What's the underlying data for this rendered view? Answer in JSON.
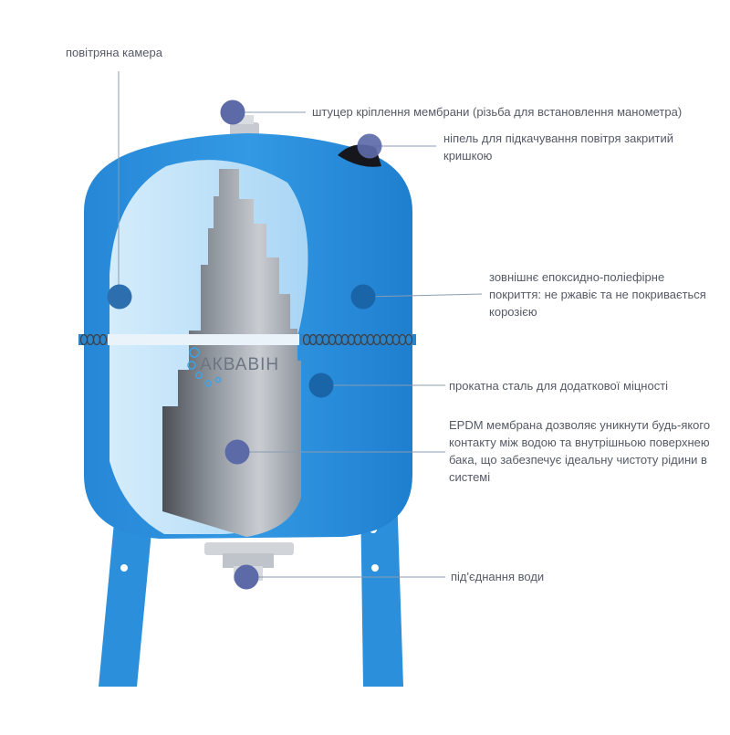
{
  "colors": {
    "tank_blue": "#2b8fdb",
    "tank_blue_dark": "#1f78c4",
    "marker": "#5c6aa8",
    "marker_dark": "#2d6fae",
    "leader": "#8a9bb0",
    "text": "#555a66"
  },
  "brand": {
    "logo_text": "АКВАВІН"
  },
  "labels": {
    "air_chamber": "повітряна камера",
    "membrane_fitting": "штуцер кріплення мембрани (різьба для встановлення манометра)",
    "air_nipple_lines": [
      "ніпель для підкачування повітря закритий",
      "кришкою"
    ],
    "coating_lines": [
      "зовнішнє епоксидно-поліефірне",
      "покриття: не ржавіє та не покривається",
      "корозією"
    ],
    "rolled_steel": "прокатна сталь для додаткової міцності",
    "epdm_lines": [
      "EPDM мембрана дозволяє уникнути будь-якого",
      "контакту між водою та внутрішньою поверхнею",
      "бака, що забезпечує ідеальну чистоту рідини в",
      "системі"
    ],
    "water_connection": "під'єднання води"
  }
}
